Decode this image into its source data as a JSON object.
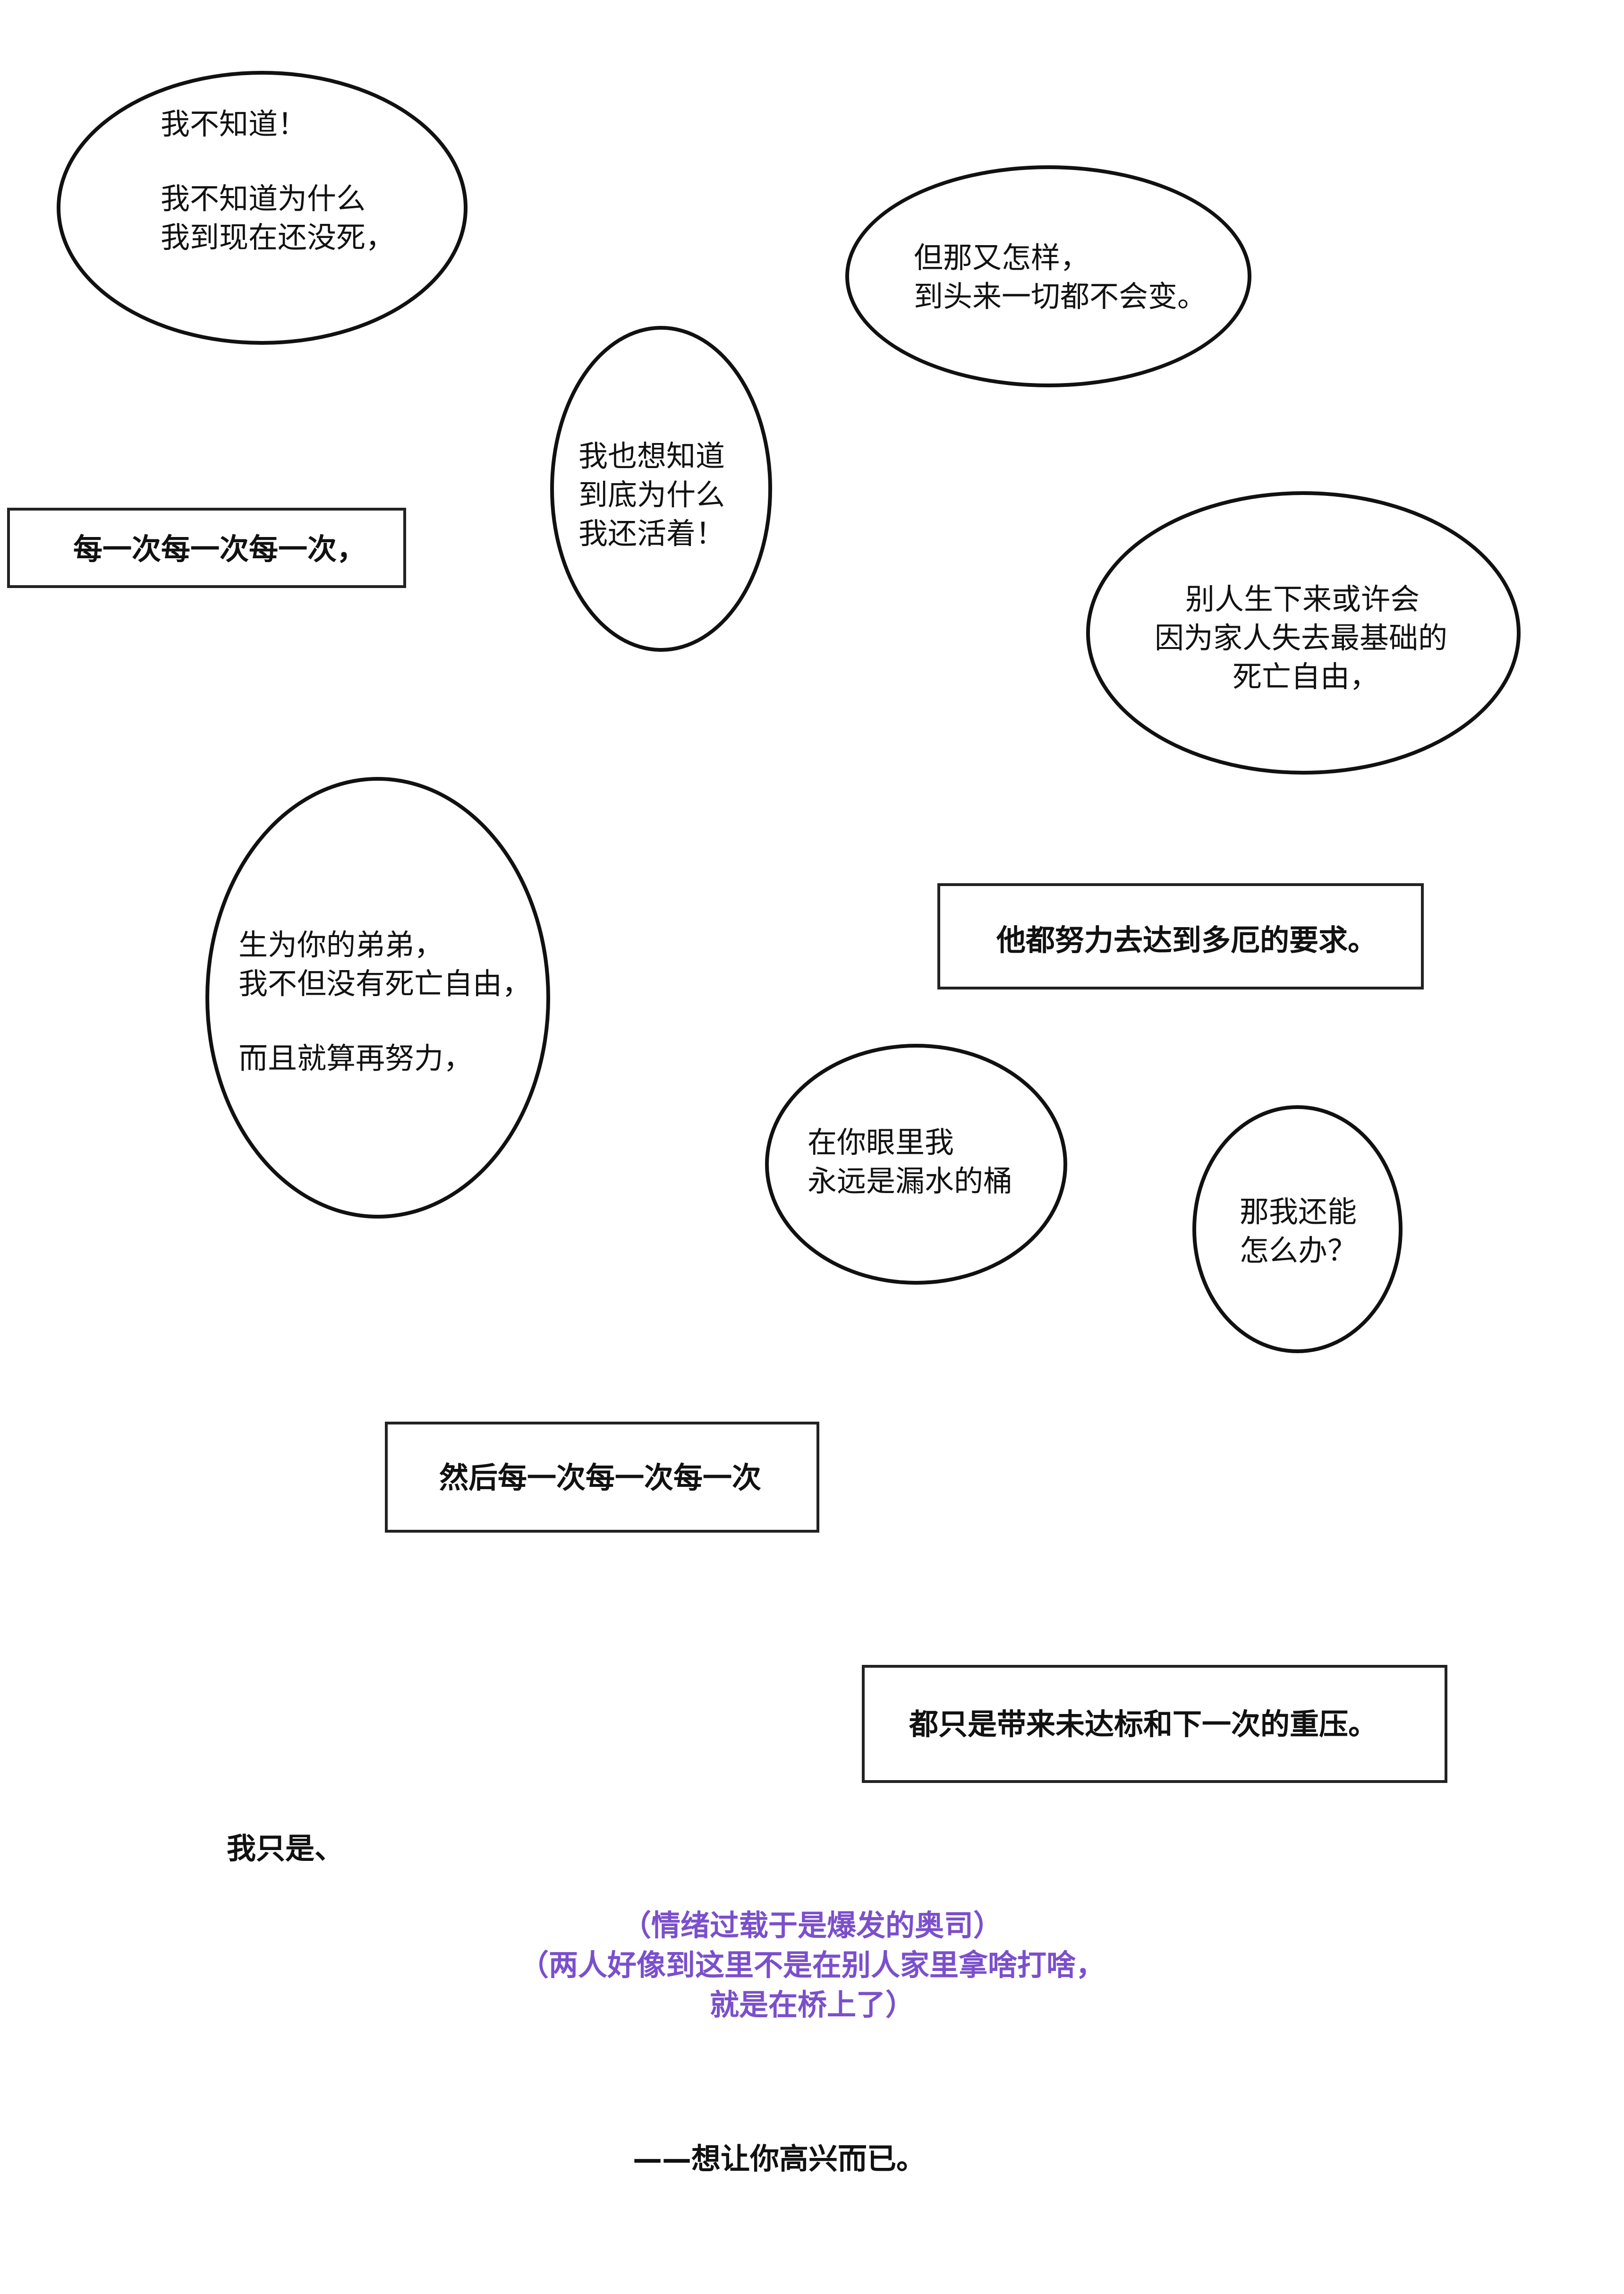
{
  "bubbles": {
    "b1": {
      "line1": "我不知道！",
      "line2": "我不知道为什么",
      "line3": "我到现在还没死，"
    },
    "b2": {
      "line1": "但那又怎样，",
      "line2": "到头来一切都不会变。"
    },
    "b3": {
      "line1": "我也想知道",
      "line2": "到底为什么",
      "line3": "我还活着！"
    },
    "b4": {
      "line1": "别人生下来或许会",
      "line2": "因为家人失去最基础的",
      "line3": "死亡自由，"
    },
    "b5": {
      "line1": "生为你的弟弟，",
      "line2": "我不但没有死亡自由，",
      "line3": "而且就算再努力，"
    },
    "b6": {
      "line1": "在你眼里我",
      "line2": "永远是漏水的桶"
    },
    "b7": {
      "line1": "那我还能",
      "line2": "怎么办？"
    }
  },
  "boxes": {
    "x1": "每一次每一次每一次，",
    "x2": "他都努力去达到多厄的要求。",
    "x3": "然后每一次每一次每一次",
    "x4": "都只是带来未达标和下一次的重压。"
  },
  "free_text": {
    "only": "我只是、",
    "ending": "——想让你高兴而已。"
  },
  "note": {
    "line1": "（情绪过载于是爆发的奥司）",
    "line2": "（两人好像到这里不是在别人家里拿啥打啥，",
    "line3": "就是在桥上了）"
  },
  "colors": {
    "note": "#7b4fcc",
    "ink": "#111111"
  }
}
